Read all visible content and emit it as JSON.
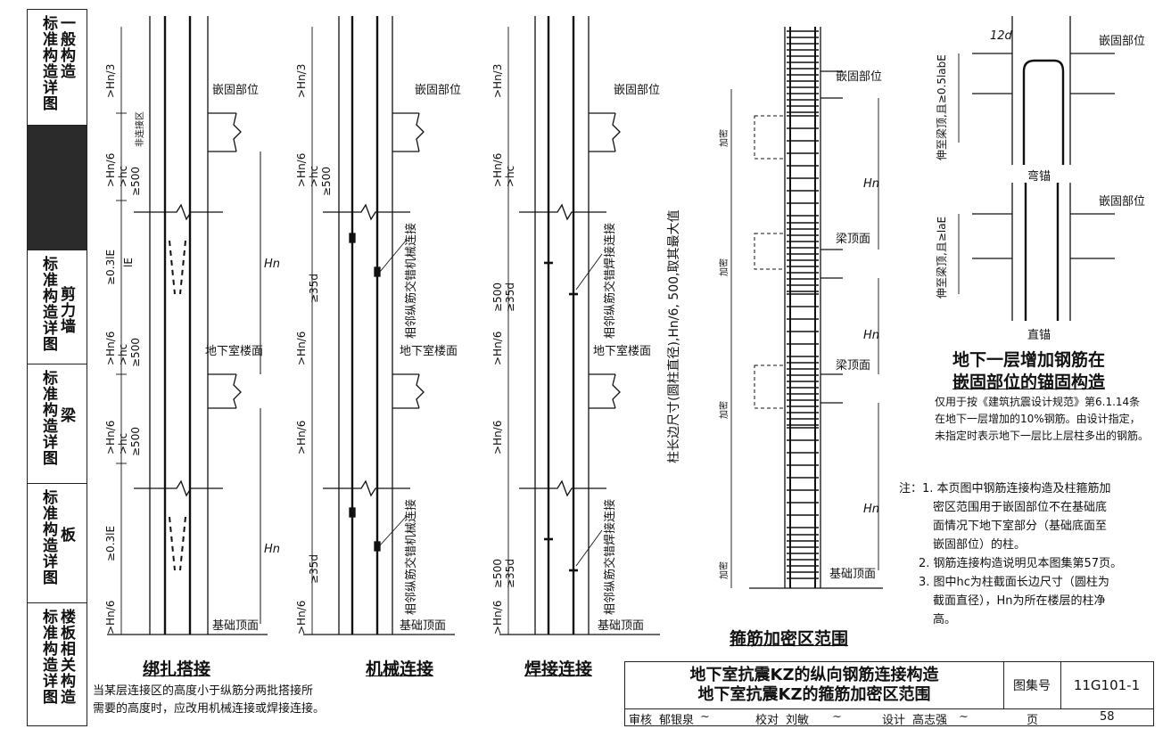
{
  "sidebar": {
    "tabs": [
      {
        "title": "标准构造详图",
        "category": "一般构造",
        "active": false
      },
      {
        "title": "",
        "category": "",
        "active": true
      },
      {
        "title": "标准构造详图",
        "category": "剪力墙",
        "active": false
      },
      {
        "title": "标准构造详图",
        "category": "梁",
        "active": false
      },
      {
        "title": "标准构造详图",
        "category": "板",
        "active": false
      },
      {
        "title": "标准构造详图",
        "category": "楼板相关构造",
        "active": false
      }
    ]
  },
  "labels": {
    "anchor_zone": "嵌固部位",
    "basement_floor": "地下室楼面",
    "foundation_top": "基础顶面",
    "beam_top": "梁顶面",
    "non_splice": "非连接区",
    "ln3": ">Hn/3",
    "ln6": ">Hn/6",
    "hc": ">hc",
    "d500": "≥500",
    "hn": "Hn",
    "d35": "≥35d",
    "l03": "≥0.3lE",
    "lle": "lE",
    "jiami": "加密",
    "mech_note": "相邻纵筋交错机械连接",
    "weld_note": "相邻纵筋交错焊接连接",
    "column_vertical": "柱长边尺寸(圆柱直径),Hn/6, 500,取其最大值",
    "d12": "12d",
    "bent_label": "伸至梁顶,且≥0.5labE",
    "straight_label": "伸至梁顶,且≥laE",
    "bent_anchor": "弯锚",
    "straight_anchor": "直锚"
  },
  "headings": {
    "lap": "绑扎搭接",
    "mechanical": "机械连接",
    "welded": "焊接连接",
    "stirrup": "箍筋加密区范围",
    "extra_title_1": "地下一层增加钢筋在",
    "extra_title_2": "嵌固部位的锚固构造"
  },
  "texts": {
    "lap_note_1": "当某层连接区的高度小于纵筋分两批搭接所",
    "lap_note_2": "需要的高度时，应改用机械连接或焊接连接。",
    "extra_note_1": "仅用于按《建筑抗震设计规范》第6.1.14条",
    "extra_note_2": "在地下一层增加的10%钢筋。由设计指定，",
    "extra_note_3": "未指定时表示地下一层比上层柱多出的钢筋。",
    "notes": [
      "注：1. 本页图中钢筋连接构造及柱箍筋加",
      "密区范围用于嵌固部位不在基础底",
      "面情况下地下室部分（基础底面至",
      "嵌固部位）的柱。",
      "2. 钢筋连接构造说明见本图集第57页。",
      "3. 图中hc为柱截面长边尺寸（圆柱为",
      "截面直径），Hn为所在楼层的柱净",
      "高。"
    ]
  },
  "title_block": {
    "title_1": "地下室抗震KZ的纵向钢筋连接构造",
    "title_2": "地下室抗震KZ的箍筋加密区范围",
    "atlas_label": "图集号",
    "atlas_value": "11G101-1",
    "review_label": "审核",
    "reviewer": "郁银泉",
    "check_label": "校对",
    "checker": "刘敏",
    "design_label": "设计",
    "designer": "高志强",
    "page_label": "页",
    "page_value": "58"
  }
}
